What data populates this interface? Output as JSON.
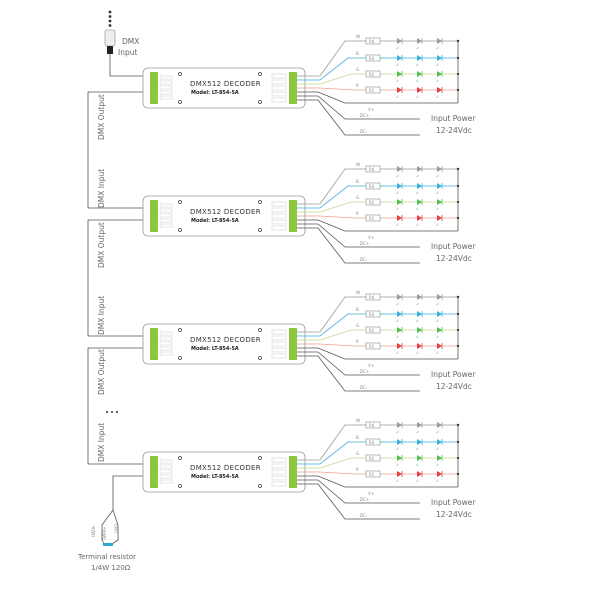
{
  "decoder": {
    "title": "DMX512 DECODER",
    "model": "Model: LT-854-5A"
  },
  "dmx_input_top": [
    "DMX",
    "Input"
  ],
  "dmx_output_label": "DMX Output",
  "dmx_input_label": "DMX Input",
  "resistors": [
    "R4",
    "R3",
    "R2",
    "R1"
  ],
  "channel_letters": [
    "W",
    "B",
    "G",
    "R"
  ],
  "row_colors": [
    "#9a9a9a",
    "#3ab0d8",
    "#4cc04c",
    "#e84040"
  ],
  "wire_colors": [
    "#c8b8a8",
    "#3ab0d8",
    "#c8d890",
    "#f0a090"
  ],
  "power_wires": [
    "V+",
    "DC+",
    "DC-"
  ],
  "input_power": [
    "Input Power",
    "12-24Vdc"
  ],
  "terminal": {
    "labels": [
      "DATA-",
      "DATA+",
      "GND"
    ],
    "title": "Terminal resistor",
    "spec": "1/4W 120Ω",
    "color": "#2aa8d8"
  },
  "connector_color": "#8cc63f",
  "modules": 4
}
